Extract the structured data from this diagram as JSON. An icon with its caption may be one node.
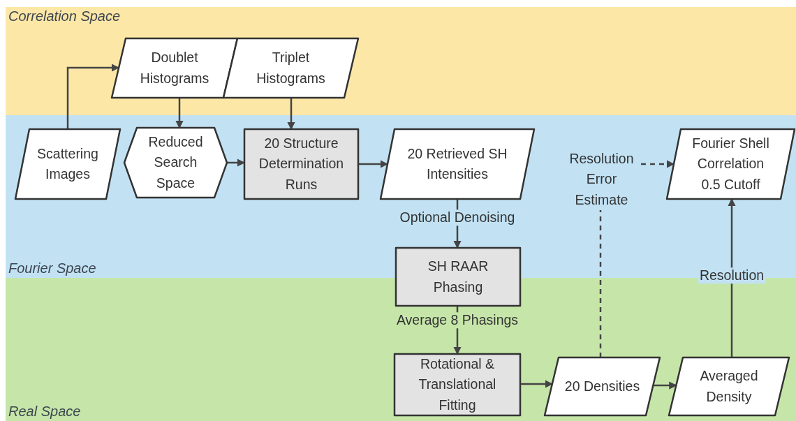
{
  "diagram": {
    "nodes": [
      {
        "text": [
          "Correlation Space"
        ]
      },
      {
        "text": [
          "Doublet Histograms"
        ],
        "in": 0
      },
      {
        "text": [
          "Triplet Histograms"
        ],
        "in": 0
      },
      {
        "text": [
          "Fourier Space"
        ]
      },
      {
        "text": [
          "Scattering Images"
        ],
        "in": 3
      },
      {
        "text": [
          "Reduced Search Space"
        ],
        "in": 3
      },
      {
        "text": [
          "20 Structure Determination Runs"
        ],
        "in": 3
      },
      {
        "text": [
          "20 Retrieved SH Intensities"
        ],
        "in": 3
      },
      {
        "text": [
          "Resolution Error Estimate"
        ],
        "in": 3
      },
      {
        "text": [
          "Fourier Shell Correlation 0.5 Cutoff"
        ],
        "in": 3
      },
      {
        "text": [
          "SH RAAR Phasing"
        ]
      },
      {
        "text": [
          "Real Space"
        ]
      },
      {
        "text": [
          "Rotational & Translational Fitting"
        ],
        "in": 11
      },
      {
        "text": [
          "20 Densities"
        ],
        "in": 11
      },
      {
        "text": [
          "Averaged Density"
        ],
        "in": 11
      }
    ],
    "edges": [
      {
        "from": 4,
        "to": 1,
        "arrow": "to"
      },
      {
        "from": 1,
        "to": 5,
        "arrow": "to"
      },
      {
        "from": 2,
        "to": 6,
        "arrow": "to"
      },
      {
        "from": 5,
        "to": 6,
        "arrow": "to"
      },
      {
        "from": 6,
        "to": 7,
        "arrow": "to"
      },
      {
        "from": 7,
        "to": 10,
        "arrow": "to",
        "label": "Optional Denoising"
      },
      {
        "from": 10,
        "to": 12,
        "arrow": "to",
        "label": "Average 8 Phasings"
      },
      {
        "from": 12,
        "to": 13,
        "arrow": "to"
      },
      {
        "from": 13,
        "to": 14,
        "arrow": "to"
      },
      {
        "from": 14,
        "to": 9,
        "arrow": "to",
        "label": "Resolution"
      },
      {
        "from": 13,
        "to": 8,
        "arrow": "none",
        "style": "dashed"
      },
      {
        "from": 8,
        "to": 9,
        "arrow": "to",
        "style": "dashed"
      }
    ]
  }
}
